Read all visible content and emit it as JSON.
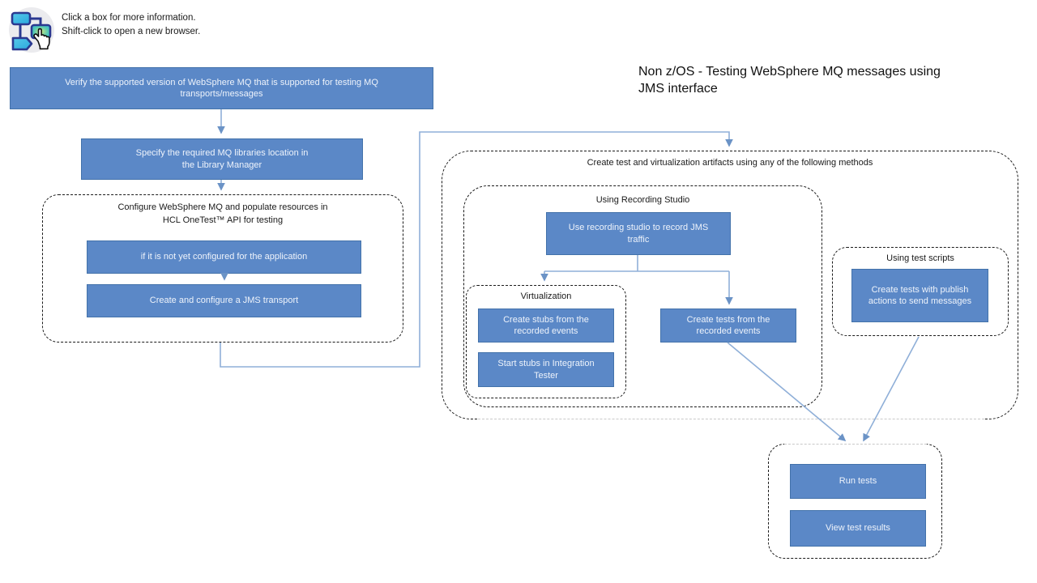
{
  "header": {
    "icon": "flowchart-click-icon",
    "instructions": "Click a box for more information.\nShift-click to open a new browser."
  },
  "title": "Non z/OS - Testing WebSphere MQ messages using\nJMS interface",
  "colors": {
    "node_fill": "#5b88c7",
    "node_border": "#4372aa",
    "node_text": "#eef3fb",
    "connector_line": "#8fafd8",
    "arrowhead": "#6b93c6",
    "dashed_border": "#1a1a1a",
    "muted_dashed_border": "#c9c9c9"
  },
  "flow": {
    "verify": "Verify the supported version of WebSphere MQ that is supported for testing MQ\ntransports/messages",
    "specify": "Specify the required MQ libraries location in\nthe Library Manager",
    "configure_group_title": "Configure WebSphere MQ and populate resources in\nHCL OneTest™ API for testing",
    "not_configured": "if it is not yet configured for the application",
    "create_transport": "Create and configure a JMS transport",
    "artifacts_group_title": "Create test and virtualization artifacts using any of the following methods",
    "recording_group_title": "Using Recording Studio",
    "use_recording": "Use recording studio to record JMS\ntraffic",
    "virtualization_group_title": "Virtualization",
    "create_stubs": "Create stubs from the\nrecorded events",
    "start_stubs": "Start stubs in Integration\nTester",
    "create_tests_recorded": "Create tests from the\nrecorded events",
    "scripts_group_title": "Using test scripts",
    "create_tests_publish": "Create tests with publish\nactions to send messages",
    "run_tests": "Run tests",
    "view_results": "View test results"
  }
}
